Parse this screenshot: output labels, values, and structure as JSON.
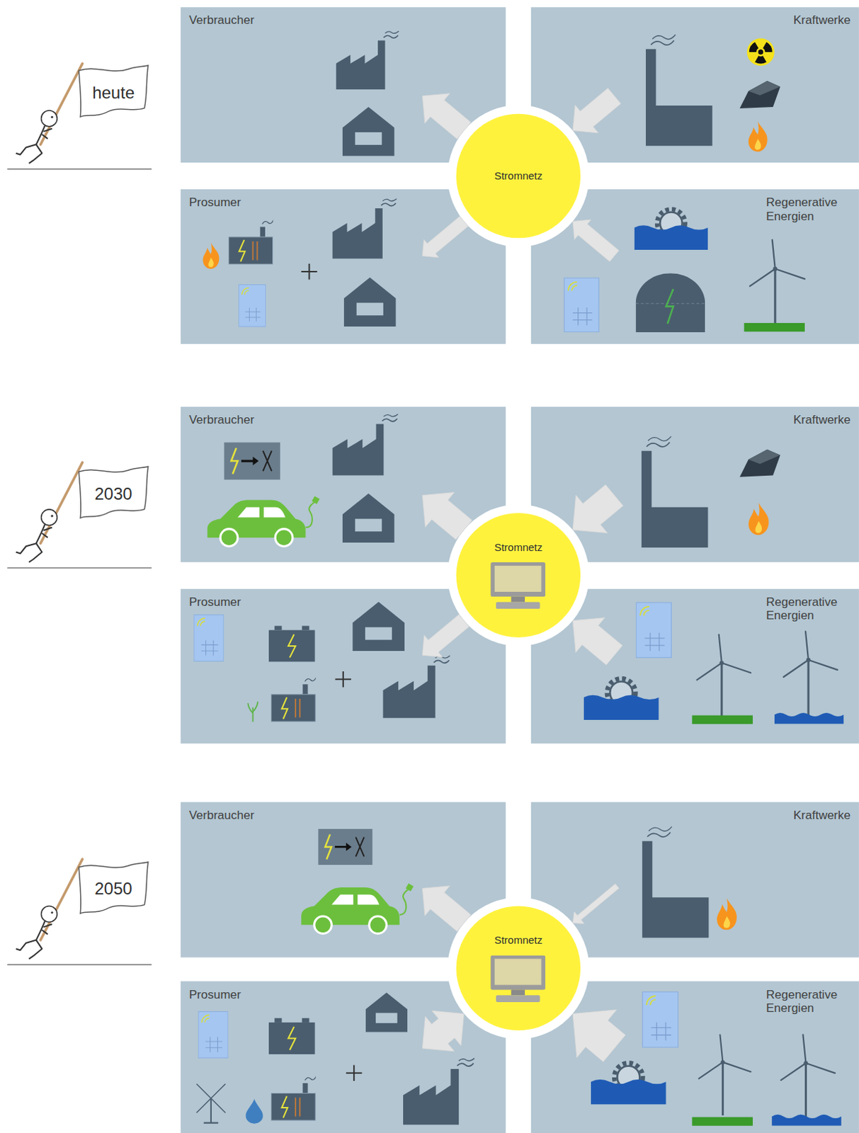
{
  "diagram": {
    "nodes": [
      {
        "text": [
          "heute"
        ]
      },
      {
        "text": [
          "Verbraucher"
        ]
      },
      {
        "text": [
          "Kraftwerke"
        ]
      },
      {
        "text": [
          "Stromnetz"
        ]
      },
      {
        "text": [
          "Prosumer"
        ]
      },
      {
        "text": [
          "Regenerative Energien"
        ]
      },
      {
        "text": [
          "2030"
        ]
      },
      {
        "text": [
          "Verbraucher"
        ]
      },
      {
        "text": [
          "Kraftwerke"
        ]
      },
      {
        "text": [
          "Stromnetz"
        ]
      },
      {
        "text": [
          "Prosumer"
        ]
      },
      {
        "text": [
          "Regenerative Energien"
        ]
      },
      {
        "text": [
          "2050"
        ]
      },
      {
        "text": [
          "Verbraucher"
        ]
      },
      {
        "text": [
          "Kraftwerke"
        ]
      },
      {
        "text": [
          "Stromnetz"
        ]
      },
      {
        "text": [
          "Prosumer"
        ]
      },
      {
        "text": [
          "Regenerative Energien"
        ]
      }
    ],
    "edges": [
      {
        "from": 3,
        "to": 1,
        "arrow": "to"
      },
      {
        "from": 2,
        "to": 3,
        "arrow": "to"
      },
      {
        "from": 3,
        "to": 4,
        "arrow": "to"
      },
      {
        "from": 5,
        "to": 3,
        "arrow": "to"
      },
      {
        "from": 9,
        "to": 7,
        "arrow": "to"
      },
      {
        "from": 8,
        "to": 9,
        "arrow": "to"
      },
      {
        "from": 9,
        "to": 10,
        "arrow": "to"
      },
      {
        "from": 11,
        "to": 9,
        "arrow": "to"
      },
      {
        "from": 15,
        "to": 13,
        "arrow": "to"
      },
      {
        "from": 14,
        "to": 15,
        "arrow": "to"
      },
      {
        "from": 15,
        "to": 16,
        "arrow": "both"
      },
      {
        "from": 17,
        "to": 15,
        "arrow": "to"
      }
    ]
  }
}
